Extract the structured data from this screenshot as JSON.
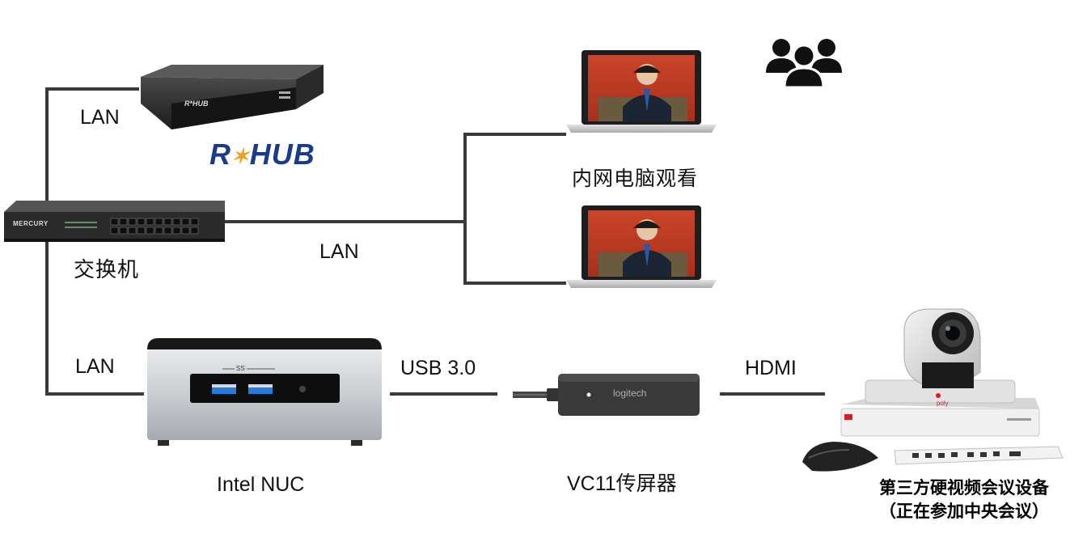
{
  "labels": {
    "lan_top": "LAN",
    "lan_mid": "LAN",
    "lan_bottom": "LAN",
    "usb": "USB 3.0",
    "hdmi": "HDMI",
    "switch": "交换机",
    "laptops": "内网电脑观看",
    "nuc": "Intel NUC",
    "vc11": "VC11传屏器",
    "thirdparty_line1": "第三方硬视频会议设备",
    "thirdparty_line2": "（正在参加中央会议）"
  },
  "logos": {
    "rhub": "R*HUB",
    "mercury": "MERCURY",
    "logitech": "logitech",
    "nuc_port_label": "SS",
    "poly": "poly"
  },
  "icons": {
    "people": "people-group-icon"
  },
  "colors": {
    "rhub_blue": "#1a3a8c",
    "rhub_star": "#f0a020",
    "line": "#3a3a3a",
    "usb_blue": "#2a7ad8",
    "poly_red": "#d0202a"
  }
}
